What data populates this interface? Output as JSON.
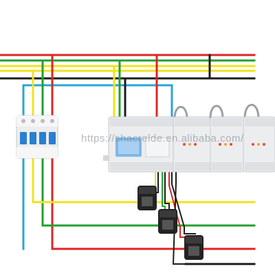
{
  "diagram": {
    "title": "",
    "watermark": "https://shacrelde.en.alibaba.com/",
    "colors": {
      "phase_red": "#e02424",
      "phase_green": "#22a12e",
      "phase_yellow": "#f2e21c",
      "neutral_blue": "#2aa5d6",
      "phase_black": "#1c1c1c",
      "device_body": "#ecedef",
      "device_border": "#c6c8cc",
      "display_blue": "#7fb8e6",
      "breaker_blue": "#2a7fd0",
      "ct_core": "#232323",
      "led_red": "#e84a3a",
      "led_orange": "#f2a33a"
    },
    "components": {
      "breaker": {
        "label": "",
        "poles": 4
      },
      "main_meter": {
        "label": "",
        "display": "LCD"
      },
      "extension_modules": [
        {
          "label": ""
        },
        {
          "label": ""
        },
        {
          "label": ""
        }
      ],
      "current_transformers": [
        {
          "label": ""
        },
        {
          "label": ""
        },
        {
          "label": ""
        }
      ]
    }
  }
}
